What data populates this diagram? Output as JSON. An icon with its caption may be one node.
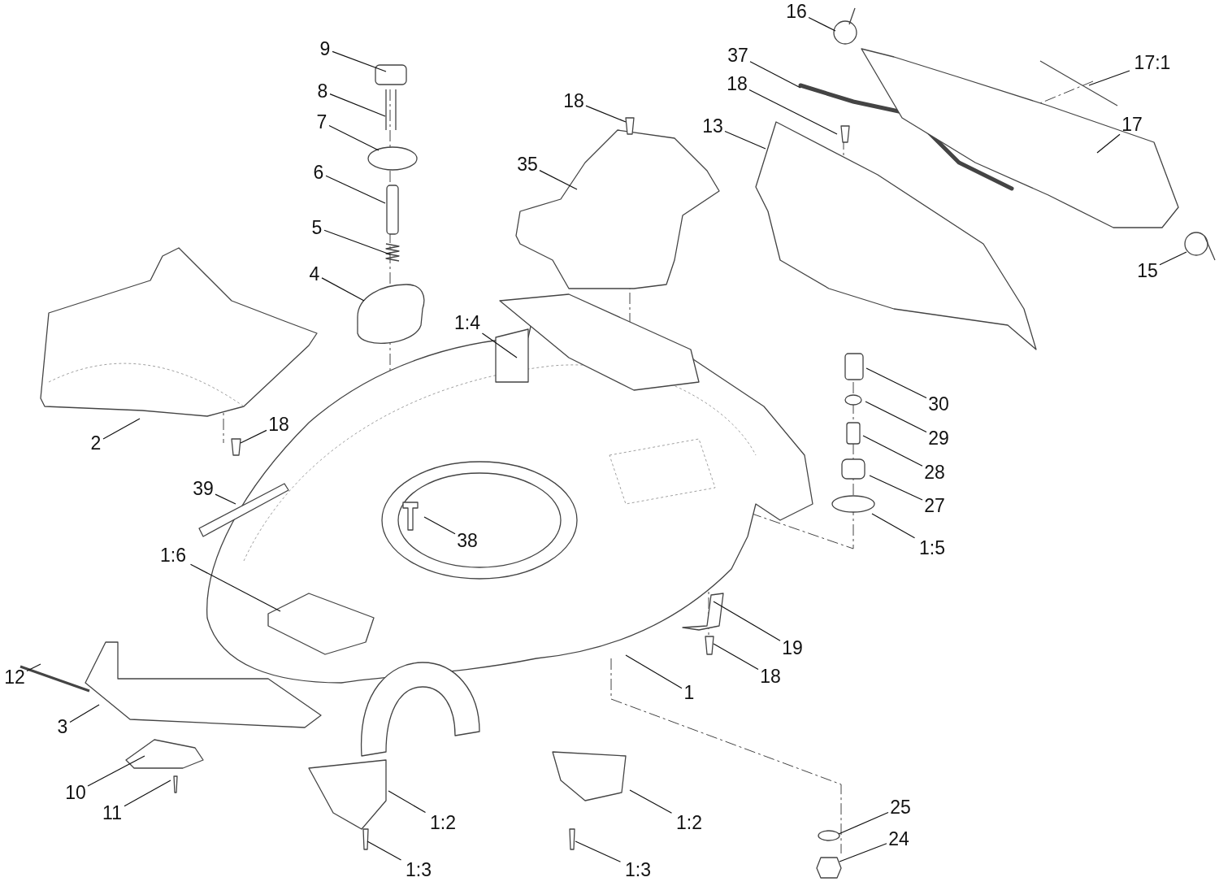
{
  "diagram": {
    "nodes": [
      {
        "text": [
          "9"
        ]
      },
      {
        "text": [
          "8"
        ]
      },
      {
        "text": [
          "7"
        ]
      },
      {
        "text": [
          "6"
        ]
      },
      {
        "text": [
          "5"
        ]
      },
      {
        "text": [
          "4"
        ]
      },
      {
        "text": [
          "1:4"
        ]
      },
      {
        "text": [
          "2"
        ]
      },
      {
        "text": [
          "18"
        ]
      },
      {
        "text": [
          "39"
        ]
      },
      {
        "text": [
          "1:6"
        ]
      },
      {
        "text": [
          "38"
        ]
      },
      {
        "text": [
          "18"
        ]
      },
      {
        "text": [
          "35"
        ]
      },
      {
        "text": [
          "16"
        ]
      },
      {
        "text": [
          "37"
        ]
      },
      {
        "text": [
          "18"
        ]
      },
      {
        "text": [
          "13"
        ]
      },
      {
        "text": [
          "17:1"
        ]
      },
      {
        "text": [
          "17"
        ]
      },
      {
        "text": [
          "15"
        ]
      },
      {
        "text": [
          "30"
        ]
      },
      {
        "text": [
          "29"
        ]
      },
      {
        "text": [
          "28"
        ]
      },
      {
        "text": [
          "27"
        ]
      },
      {
        "text": [
          "1:5"
        ]
      },
      {
        "text": [
          "1"
        ]
      },
      {
        "text": [
          "19"
        ]
      },
      {
        "text": [
          "18"
        ]
      },
      {
        "text": [
          "12"
        ]
      },
      {
        "text": [
          "3"
        ]
      },
      {
        "text": [
          "10"
        ]
      },
      {
        "text": [
          "11"
        ]
      },
      {
        "text": [
          "1:2"
        ]
      },
      {
        "text": [
          "1:3"
        ]
      },
      {
        "text": [
          "1:2"
        ]
      },
      {
        "text": [
          "1:3"
        ]
      },
      {
        "text": [
          "25"
        ]
      },
      {
        "text": [
          "24"
        ]
      }
    ],
    "edges": [
      {
        "from": 0,
        "to": null,
        "arrow": "none"
      },
      {
        "from": 1,
        "to": null,
        "arrow": "none"
      },
      {
        "from": 2,
        "to": null,
        "arrow": "none"
      },
      {
        "from": 3,
        "to": null,
        "arrow": "none"
      },
      {
        "from": 4,
        "to": null,
        "arrow": "none"
      },
      {
        "from": 5,
        "to": null,
        "arrow": "none"
      },
      {
        "from": 6,
        "to": null,
        "arrow": "none"
      },
      {
        "from": 7,
        "to": null,
        "arrow": "none"
      },
      {
        "from": 8,
        "to": null,
        "arrow": "none"
      },
      {
        "from": 9,
        "to": null,
        "arrow": "none"
      },
      {
        "from": 10,
        "to": null,
        "arrow": "none"
      },
      {
        "from": 11,
        "to": null,
        "arrow": "none"
      },
      {
        "from": 12,
        "to": null,
        "arrow": "none"
      },
      {
        "from": 13,
        "to": null,
        "arrow": "none"
      },
      {
        "from": 14,
        "to": null,
        "arrow": "none"
      },
      {
        "from": 15,
        "to": null,
        "arrow": "none"
      },
      {
        "from": 16,
        "to": null,
        "arrow": "none"
      },
      {
        "from": 17,
        "to": null,
        "arrow": "none"
      },
      {
        "from": 18,
        "to": null,
        "arrow": "none"
      },
      {
        "from": 19,
        "to": null,
        "arrow": "none"
      },
      {
        "from": 20,
        "to": null,
        "arrow": "none"
      },
      {
        "from": 21,
        "to": null,
        "arrow": "none"
      },
      {
        "from": 22,
        "to": null,
        "arrow": "none"
      },
      {
        "from": 23,
        "to": null,
        "arrow": "none"
      },
      {
        "from": 24,
        "to": null,
        "arrow": "none"
      },
      {
        "from": 25,
        "to": null,
        "arrow": "none"
      },
      {
        "from": 26,
        "to": null,
        "arrow": "none"
      },
      {
        "from": 27,
        "to": null,
        "arrow": "none"
      },
      {
        "from": 28,
        "to": null,
        "arrow": "none"
      },
      {
        "from": 29,
        "to": null,
        "arrow": "none"
      },
      {
        "from": 30,
        "to": null,
        "arrow": "none"
      },
      {
        "from": 31,
        "to": null,
        "arrow": "none"
      },
      {
        "from": 32,
        "to": null,
        "arrow": "none"
      },
      {
        "from": 33,
        "to": null,
        "arrow": "none"
      },
      {
        "from": 34,
        "to": null,
        "arrow": "none"
      },
      {
        "from": 35,
        "to": null,
        "arrow": "none"
      },
      {
        "from": 36,
        "to": null,
        "arrow": "none"
      },
      {
        "from": 37,
        "to": null,
        "arrow": "none"
      },
      {
        "from": 38,
        "to": null,
        "arrow": "none"
      }
    ]
  }
}
